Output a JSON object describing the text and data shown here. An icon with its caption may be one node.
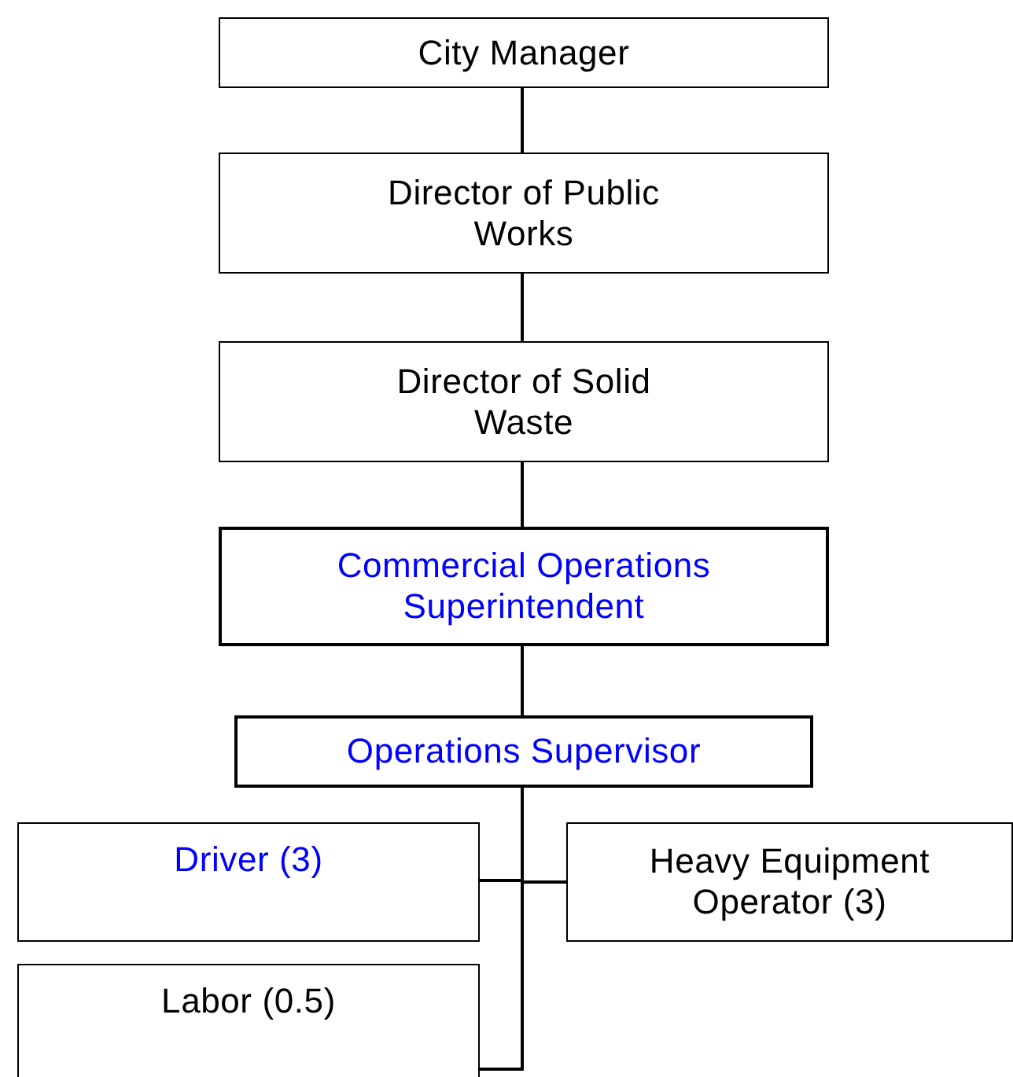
{
  "diagram": {
    "nodes": [
      {
        "text": [
          "City Manager"
        ]
      },
      {
        "text": [
          "Director of Public Works"
        ]
      },
      {
        "text": [
          "Director of Solid Waste"
        ]
      },
      {
        "text": [
          "Commercial Operations Superintendent"
        ]
      },
      {
        "text": [
          "Operations Supervisor"
        ]
      },
      {
        "text": [
          "Driver (3)"
        ]
      },
      {
        "text": [
          "Heavy Equipment Operator (3)"
        ]
      },
      {
        "text": [
          "Labor (0.5)"
        ]
      }
    ],
    "edges": [
      {
        "from": 0,
        "to": 1,
        "arrow": "none"
      },
      {
        "from": 1,
        "to": 2,
        "arrow": "none"
      },
      {
        "from": 2,
        "to": 3,
        "arrow": "none"
      },
      {
        "from": 3,
        "to": 4,
        "arrow": "none"
      },
      {
        "from": 4,
        "to": 5,
        "arrow": "none"
      },
      {
        "from": 4,
        "to": 6,
        "arrow": "none"
      },
      {
        "from": 4,
        "to": 7,
        "arrow": "none"
      }
    ]
  }
}
